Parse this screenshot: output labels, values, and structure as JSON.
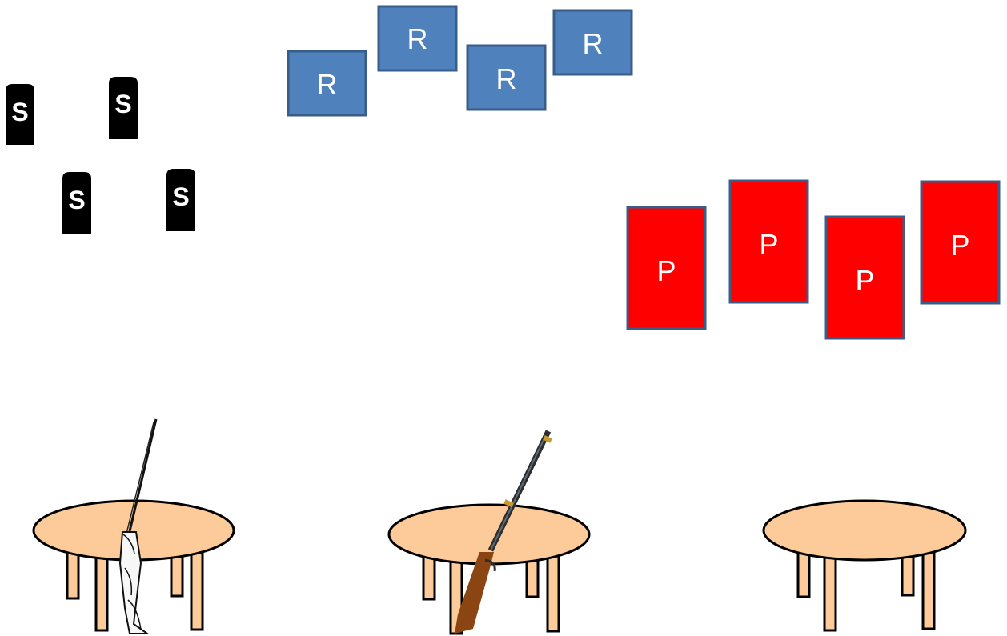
{
  "labels": {
    "s_tags": [
      "S",
      "S",
      "S",
      "S"
    ],
    "r_boxes": [
      "R",
      "R",
      "R",
      "R"
    ],
    "p_boxes": [
      "P",
      "P",
      "P",
      "P"
    ]
  },
  "colors": {
    "s_tag_fill": "#000000",
    "s_tag_text": "#ffffff",
    "r_box_fill": "#4f81bd",
    "r_box_stroke": "#385d8a",
    "p_box_fill": "#ff0000",
    "p_box_stroke": "#385d8a",
    "table_fill": "#fdcb99",
    "table_stroke": "#000000",
    "rifle_stock": "#8b4513",
    "rifle_metal": "#2d2d2d",
    "rifle_bands": "#c79a2f"
  },
  "objects": {
    "tables": [
      {
        "has_item": true,
        "item": "shotgun-icon"
      },
      {
        "has_item": true,
        "item": "rifle-icon"
      },
      {
        "has_item": false,
        "item": ""
      }
    ]
  }
}
